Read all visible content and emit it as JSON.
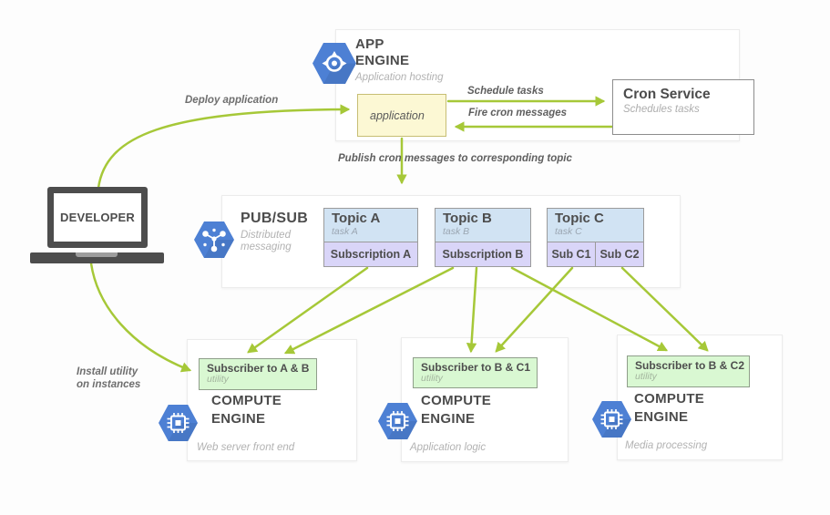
{
  "colors": {
    "arrow_green": "#a6c838",
    "icon_blue": "#4d80d4",
    "topic_header_fill": "#d1e3f3",
    "subscription_fill": "#d9d5f8",
    "subscriber_fill": "#d9f8d2",
    "application_fill": "#fcf8d4",
    "heading_gray": "#4c4c4c"
  },
  "developer": {
    "label": "DEVELOPER",
    "icon": "laptop-icon"
  },
  "app_engine": {
    "title_line1": "APP",
    "title_line2": "ENGINE",
    "subtitle": "Application hosting",
    "application_box_label": "application",
    "icon": "app-engine-hexagon-icon"
  },
  "cron_service": {
    "title": "Cron Service",
    "subtitle": "Schedules tasks"
  },
  "flow_labels": {
    "deploy": "Deploy application",
    "schedule_tasks": "Schedule tasks",
    "fire_cron": "Fire cron messages",
    "publish": "Publish cron messages to corresponding topic",
    "install_line1": "Install utility",
    "install_line2": "on instances"
  },
  "pubsub": {
    "title": "PUB/SUB",
    "subtitle_line1": "Distributed",
    "subtitle_line2": "messaging",
    "icon": "pubsub-hexagon-icon",
    "topics": [
      {
        "name": "Topic A",
        "task": "task A",
        "subscriptions": [
          "Subscription A"
        ]
      },
      {
        "name": "Topic B",
        "task": "task B",
        "subscriptions": [
          "Subscription B"
        ]
      },
      {
        "name": "Topic C",
        "task": "task C",
        "subscriptions": [
          "Sub C1",
          "Sub C2"
        ]
      }
    ]
  },
  "compute_engines": [
    {
      "subscriber": "Subscriber to A & B",
      "subscriber_sub": "utility",
      "title_line1": "COMPUTE",
      "title_line2": "ENGINE",
      "subtitle": "Web server front end"
    },
    {
      "subscriber": "Subscriber to B & C1",
      "subscriber_sub": "utility",
      "title_line1": "COMPUTE",
      "title_line2": "ENGINE",
      "subtitle": "Application logic"
    },
    {
      "subscriber": "Subscriber to B & C2",
      "subscriber_sub": "utility",
      "title_line1": "COMPUTE",
      "title_line2": "ENGINE",
      "subtitle": "Media processing"
    }
  ]
}
